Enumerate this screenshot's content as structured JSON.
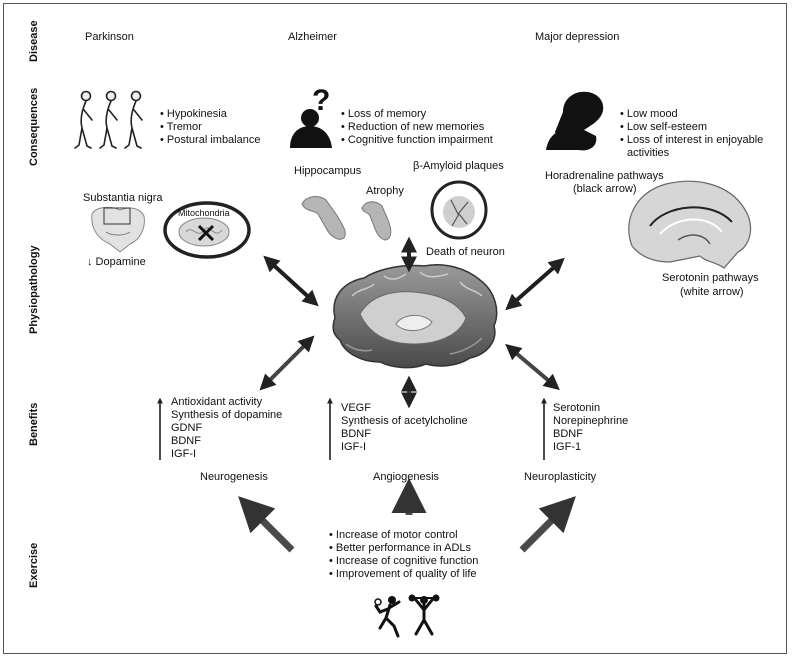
{
  "rows": [
    "Disease",
    "Consequences",
    "Physiopathology",
    "Benefits",
    "Exercise"
  ],
  "diseases": [
    "Parkinson",
    "Alzheimer",
    "Major depression"
  ],
  "consequences": {
    "parkinson": [
      "Hypokinesia",
      "Tremor",
      "Postural imbalance"
    ],
    "alzheimer": [
      "Loss of memory",
      "Reduction of new memories",
      "Cognitive function impairment"
    ],
    "depression": [
      "Low mood",
      "Low self-esteem",
      "Loss of interest in enjoyable",
      "activities"
    ]
  },
  "physio": {
    "substantia_nigra": "Substantia nigra",
    "mitochondria": "Mitochondria",
    "dopamine": "↓ Dopamine",
    "hippocampus": "Hippocampus",
    "atrophy": "Atrophy",
    "amyloid": "β-Amyloid plaques",
    "death": "Death of neuron",
    "noradrenaline": "Horadrenaline pathways",
    "noradrenaline_sub": "(black arrow)",
    "serotonin": "Serotonin pathways",
    "serotonin_sub": "(white arrow)"
  },
  "benefits": {
    "parkinson": [
      "Antioxidant activity",
      "Synthesis of dopamine",
      "GDNF",
      "BDNF",
      "IGF-I"
    ],
    "alzheimer": [
      "VEGF",
      "Synthesis of acetylcholine",
      "BDNF",
      "IGF-I"
    ],
    "depression": [
      "Serotonin",
      "Norepinephrine",
      "BDNF",
      "IGF-1"
    ]
  },
  "mechanisms": [
    "Neurogenesis",
    "Angiogenesis",
    "Neuroplasticity"
  ],
  "exercise": [
    "Increase of motor control",
    "Better performance in ADLs",
    "Increase of cognitive function",
    "Improvement of quality of life"
  ],
  "colors": {
    "arrow": "#3a3a3a",
    "silhouette": "#111111",
    "brain": "#8a8a8a"
  }
}
